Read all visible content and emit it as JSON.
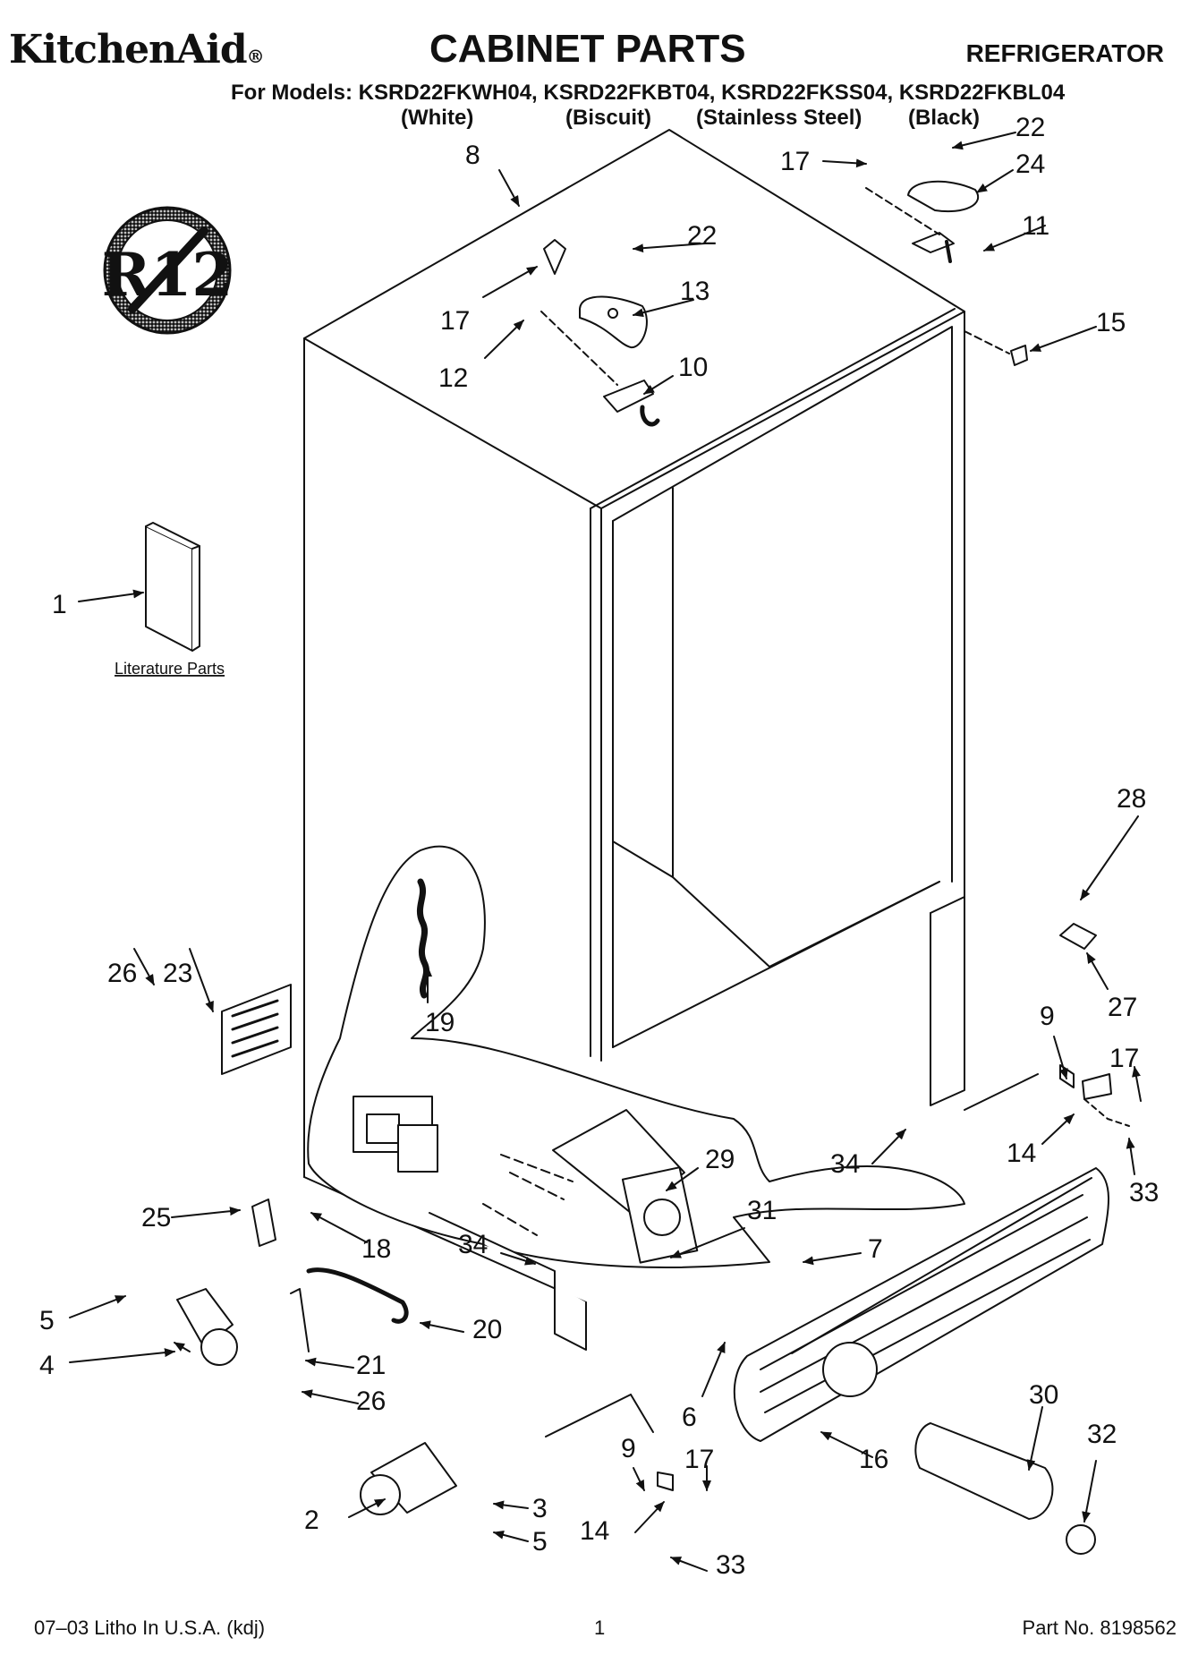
{
  "header": {
    "brand": "KitchenAid",
    "brand_mark": "®",
    "title": "CABINET PARTS",
    "product": "REFRIGERATOR",
    "models": "For Models: KSRD22FKWH04, KSRD22FKBT04, KSRD22FKSS04, KSRD22FKBL04",
    "variants": [
      "(White)",
      "(Biscuit)",
      "(Stainless Steel)",
      "(Black)"
    ]
  },
  "badge": {
    "text": "R12"
  },
  "literature_label": "Literature Parts",
  "callouts": {
    "c1": "1",
    "c2": "2",
    "c3": "3",
    "c4": "4",
    "c5a": "5",
    "c5b": "5",
    "c6": "6",
    "c7": "7",
    "c8": "8",
    "c9a": "9",
    "c9b": "9",
    "c10": "10",
    "c11": "11",
    "c12": "12",
    "c13": "13",
    "c14a": "14",
    "c14b": "14",
    "c15": "15",
    "c16": "16",
    "c17a": "17",
    "c17b": "17",
    "c17c": "17",
    "c17d": "17",
    "c18": "18",
    "c19": "19",
    "c20": "20",
    "c21": "21",
    "c22a": "22",
    "c22b": "22",
    "c23": "23",
    "c24": "24",
    "c25": "25",
    "c26a": "26",
    "c26b": "26",
    "c27": "27",
    "c28": "28",
    "c29": "29",
    "c30": "30",
    "c31": "31",
    "c32": "32",
    "c33a": "33",
    "c33b": "33",
    "c34a": "34",
    "c34b": "34"
  },
  "footer": {
    "litho": "07–03 Litho In U.S.A. (kdj)",
    "page": "1",
    "part_no": "Part No. 8198562"
  }
}
